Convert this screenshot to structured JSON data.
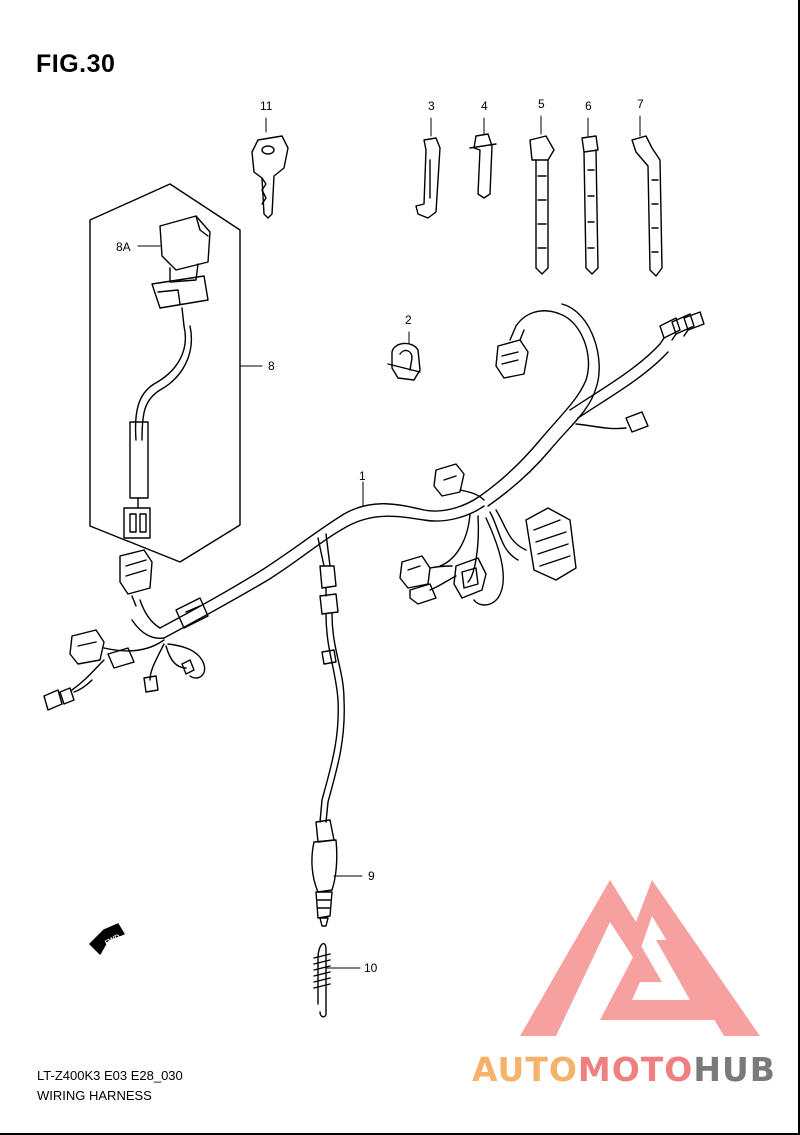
{
  "figure": {
    "title": "FIG.30"
  },
  "callouts": {
    "c1": "1",
    "c2": "2",
    "c3": "3",
    "c4": "4",
    "c5": "5",
    "c6": "6",
    "c7": "7",
    "c8": "8",
    "c8a": "8A",
    "c9": "9",
    "c10": "10",
    "c11": "11"
  },
  "fwd_label": "FWD",
  "footer": {
    "model_code": "LT-Z400K3 E03 E28_030",
    "section_name": "WIRING HARNESS"
  },
  "watermark": {
    "part1": "AUTO",
    "part2": "MOTO",
    "part3": "HUB",
    "colors": {
      "auto": "#f6b26b",
      "moto": "#f08080",
      "hub": "#7a7a7a"
    }
  }
}
